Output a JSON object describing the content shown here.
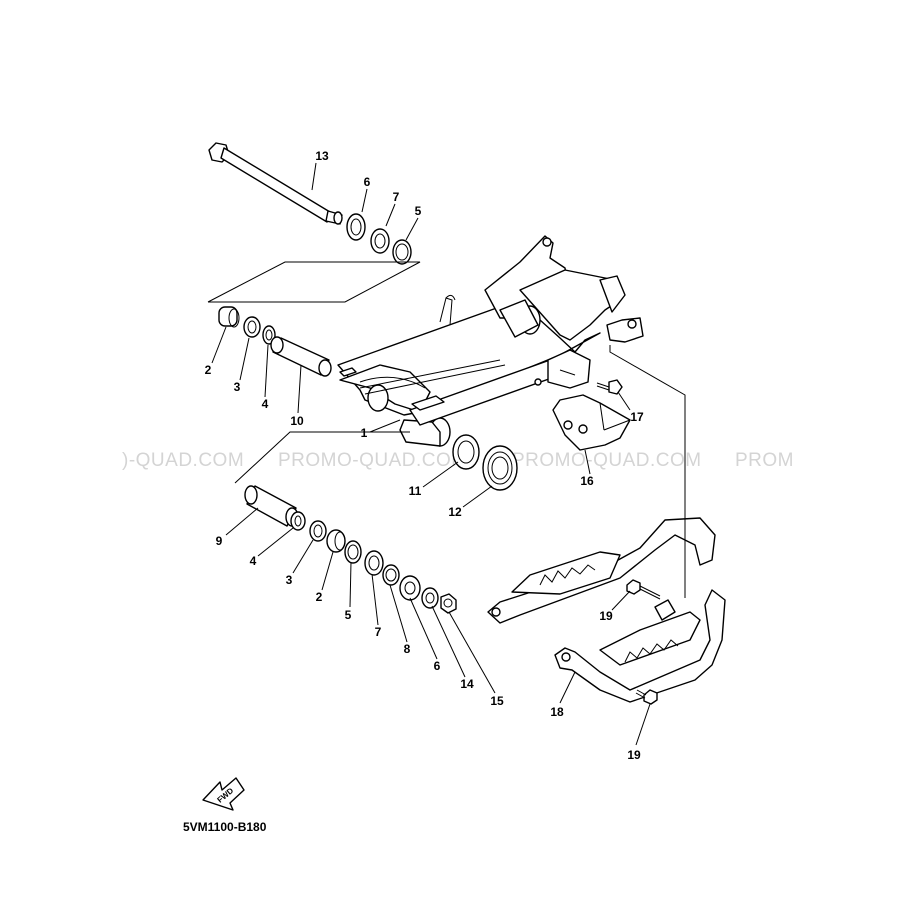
{
  "diagram": {
    "code": "5VM1100-B180",
    "fwd_label": "FWD",
    "watermark": {
      "left": ")-QUAD.COM",
      "center_a": "PROMO-QUAD.COM",
      "center_b": "PROMO-QUAD.COM",
      "right": "PROM"
    },
    "callouts": {
      "c1": "1",
      "c2a": "2",
      "c2b": "2",
      "c3a": "3",
      "c3b": "3",
      "c4a": "4",
      "c4b": "4",
      "c5a": "5",
      "c5b": "5",
      "c6a": "6",
      "c6b": "6",
      "c7a": "7",
      "c7b": "7",
      "c8": "8",
      "c9": "9",
      "c10": "10",
      "c11": "11",
      "c12": "12",
      "c13": "13",
      "c14": "14",
      "c15": "15",
      "c16": "16",
      "c17": "17",
      "c18": "18",
      "c19a": "19",
      "c19b": "19"
    }
  }
}
